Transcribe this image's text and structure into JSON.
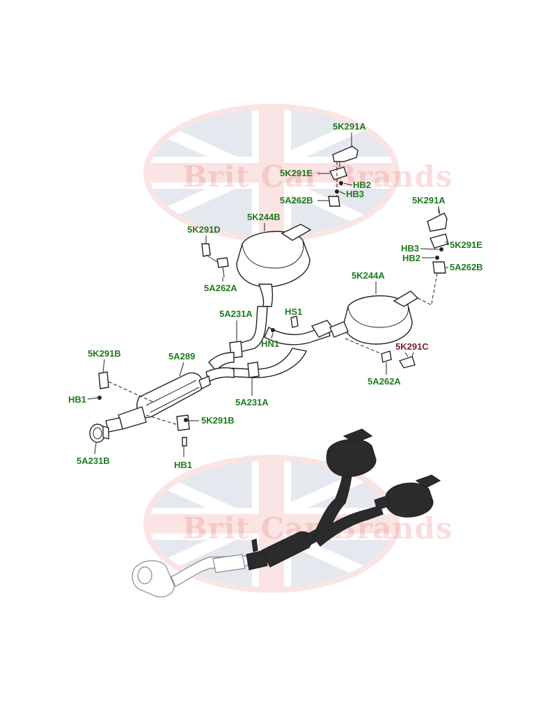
{
  "watermark": {
    "brand": "Brit Car Brands",
    "colors": {
      "red": "#e03a3a",
      "blue": "#3c5a8c",
      "white": "#ffffff"
    }
  },
  "colors": {
    "label_green": "#1f7a1f",
    "label_highlight": "#7a1f2a",
    "line": "#222222"
  },
  "labels": {
    "k291a_top": "5K291A",
    "k291e_top": "5K291E",
    "hb2_top": "HB2",
    "hb3_top": "HB3",
    "a262b_top": "5A262B",
    "k244b": "5K244B",
    "k291d": "5K291D",
    "a262a_left": "5A262A",
    "k291a_right": "5K291A",
    "hb3_right": "HB3",
    "k291e_right": "5K291E",
    "hb2_right": "HB2",
    "a262b_right": "5A262B",
    "k244a": "5K244A",
    "a231a_top": "5A231A",
    "hs1": "HS1",
    "hn1": "HN1",
    "k291c": "5K291C",
    "a262a_right": "5A262A",
    "k291b_left": "5K291B",
    "a289": "5A289",
    "hb1_left": "HB1",
    "a231a_bottom": "5A231A",
    "k291b_right": "5K291B",
    "a231b": "5A231B",
    "hb1_bottom": "HB1"
  }
}
